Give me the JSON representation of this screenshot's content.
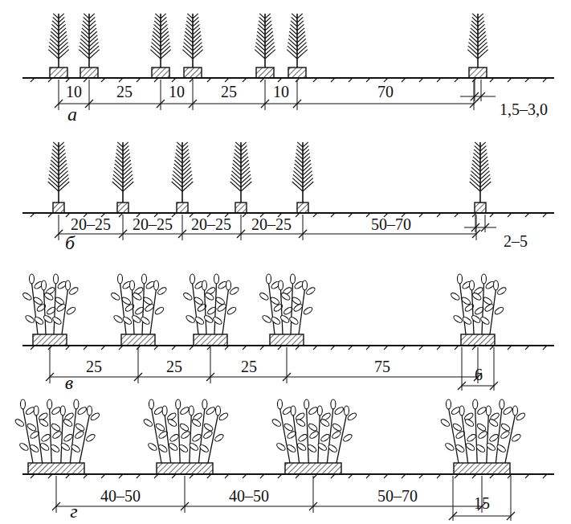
{
  "diagram": {
    "labels": [
      "10",
      "25",
      "10",
      "25",
      "10",
      "70",
      "а",
      "1,5–3,0",
      "20–25",
      "20–25",
      "20–25",
      "20–25",
      "50–70",
      "б",
      "2–5",
      "25",
      "25",
      "25",
      "75",
      "в",
      "6",
      "40–50",
      "40–50",
      "50–70",
      "г",
      "15"
    ]
  }
}
